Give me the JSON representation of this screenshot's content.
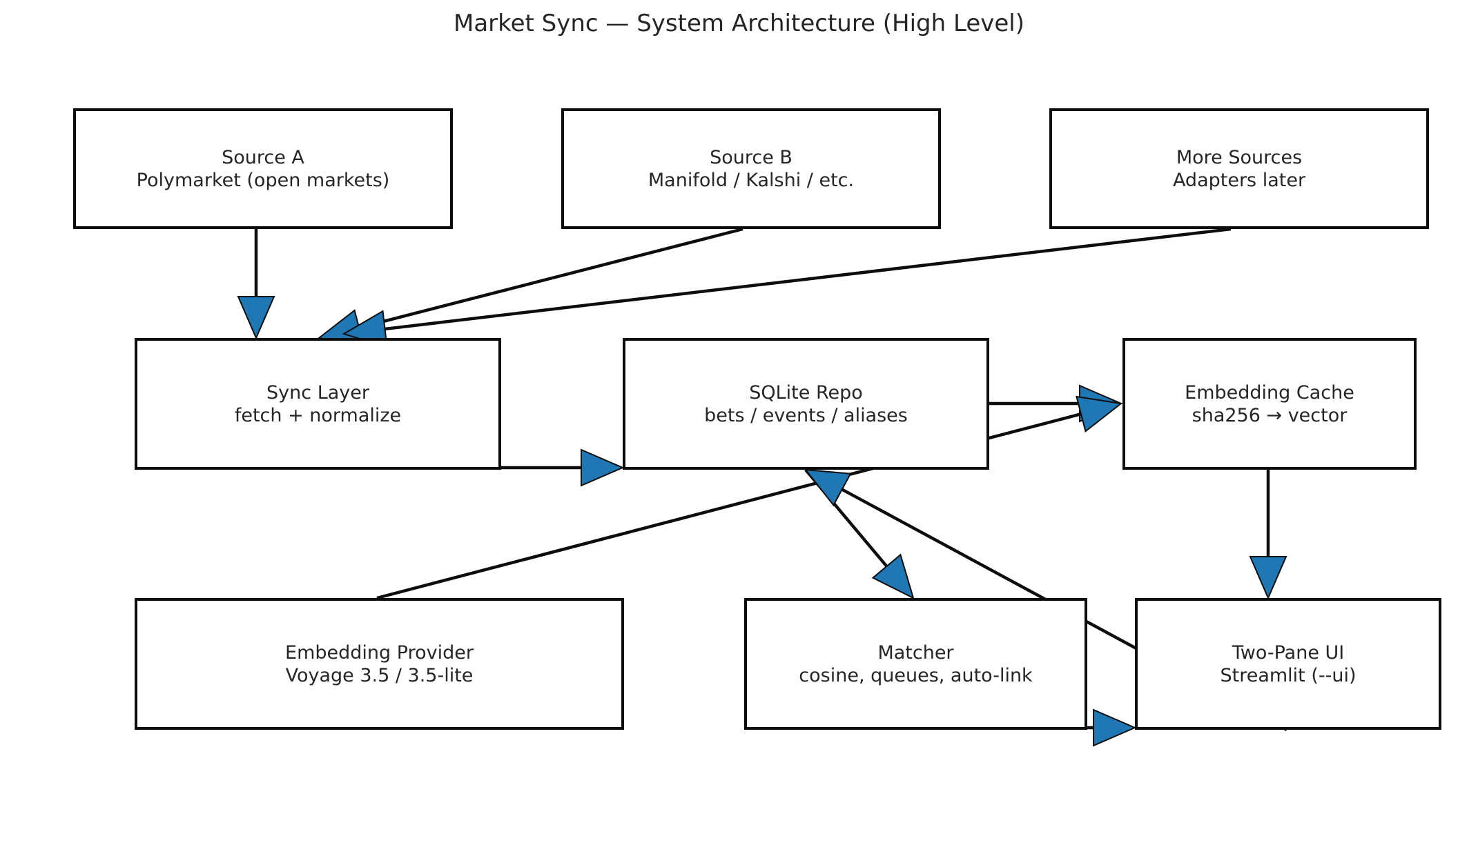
{
  "title": "Market Sync — System Architecture (High Level)",
  "colors": {
    "arrow_fill": "#1f77b4",
    "stroke": "#0d0d0d",
    "text": "#262626"
  },
  "nodes": {
    "source_a": {
      "line1": "Source A",
      "line2": "Polymarket (open markets)"
    },
    "source_b": {
      "line1": "Source B",
      "line2": "Manifold / Kalshi / etc."
    },
    "more_sources": {
      "line1": "More Sources",
      "line2": "Adapters later"
    },
    "sync_layer": {
      "line1": "Sync Layer",
      "line2": "fetch + normalize"
    },
    "sqlite_repo": {
      "line1": "SQLite Repo",
      "line2": "bets / events / aliases"
    },
    "embedding_cache": {
      "line1": "Embedding Cache",
      "line2": "sha256 → vector"
    },
    "embedding_provider": {
      "line1": "Embedding Provider",
      "line2": "Voyage 3.5 / 3.5-lite"
    },
    "matcher": {
      "line1": "Matcher",
      "line2": "cosine, queues, auto-link"
    },
    "two_pane_ui": {
      "line1": "Two-Pane UI",
      "line2": "Streamlit (--ui)"
    }
  },
  "edges": [
    {
      "from": "source_a",
      "to": "sync_layer"
    },
    {
      "from": "source_b",
      "to": "sync_layer"
    },
    {
      "from": "more_sources",
      "to": "sync_layer"
    },
    {
      "from": "sync_layer",
      "to": "sqlite_repo"
    },
    {
      "from": "sqlite_repo",
      "to": "embedding_cache"
    },
    {
      "from": "embedding_provider",
      "to": "embedding_cache"
    },
    {
      "from": "embedding_cache",
      "to": "two_pane_ui"
    },
    {
      "from": "sqlite_repo",
      "to": "matcher"
    },
    {
      "from": "matcher",
      "to": "two_pane_ui"
    },
    {
      "from": "two_pane_ui",
      "to": "sqlite_repo"
    }
  ]
}
